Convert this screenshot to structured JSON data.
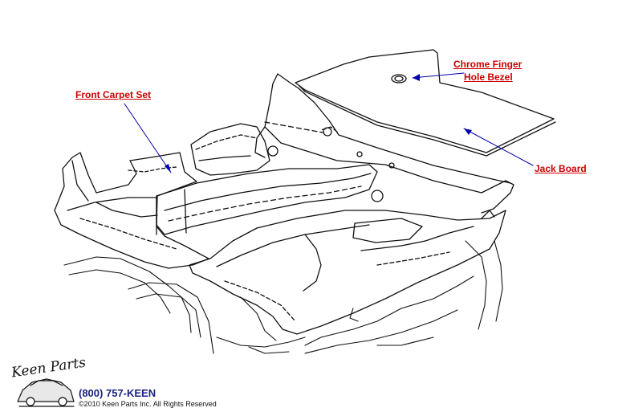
{
  "callouts": {
    "front_carpet_set": "Front Carpet Set",
    "chrome_finger_line1": "Chrome Finger",
    "chrome_finger_line2": "Hole Bezel",
    "jack_board": "Jack Board"
  },
  "branding": {
    "logo_text": "Keen Parts",
    "phone": "(800) 757-KEEN",
    "copyright": "©2010 Keen Parts Inc. All Rights Reserved"
  },
  "colors": {
    "callout_text": "#cc0000",
    "leader_line": "#0000aa",
    "drawing": "#111111"
  },
  "icons": {
    "logo": "corvette-car-icon"
  }
}
